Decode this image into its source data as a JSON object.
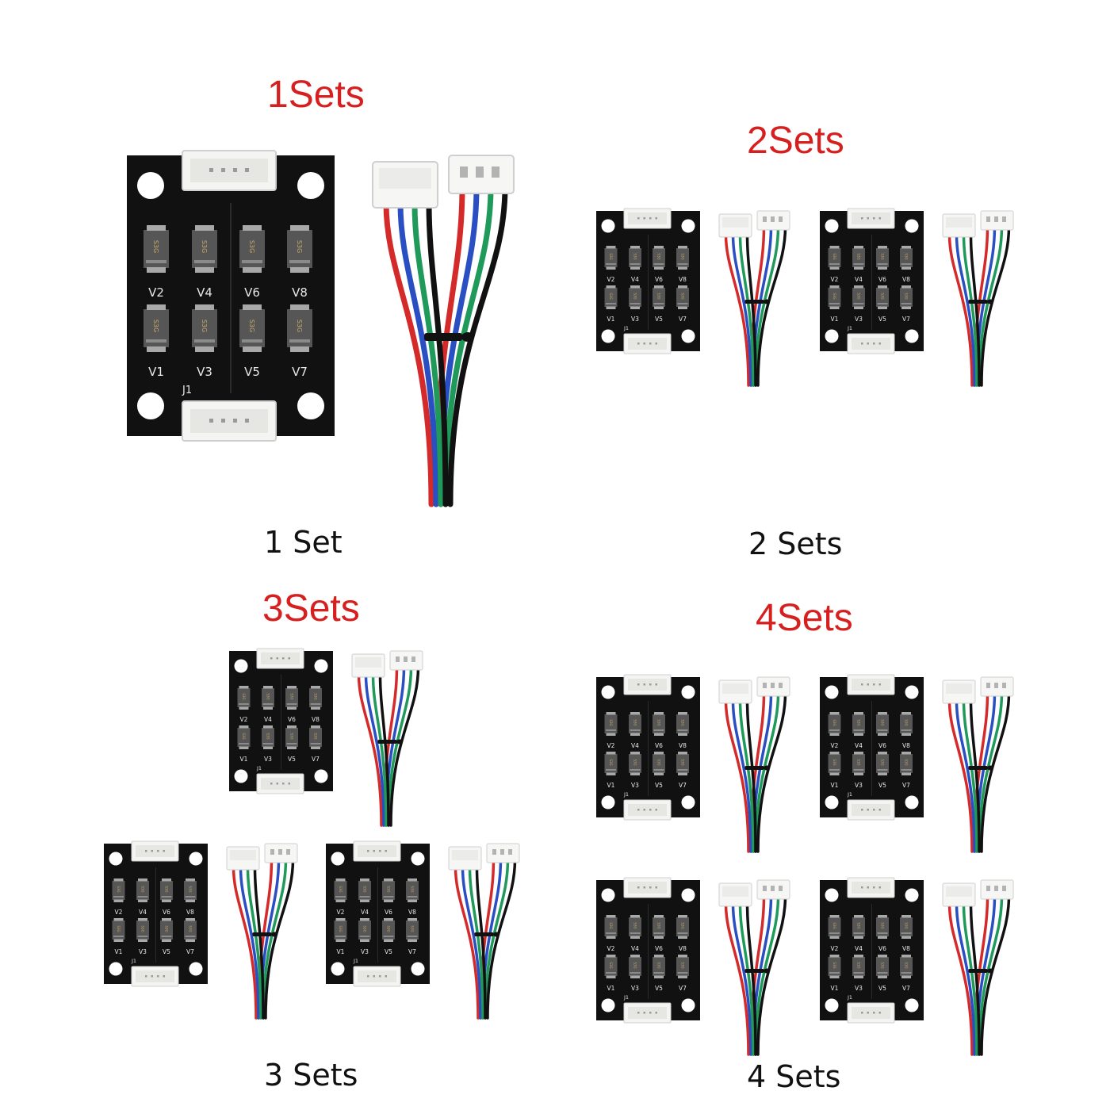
{
  "groups": [
    {
      "title": "1Sets",
      "caption": "1 Set"
    },
    {
      "title": "2Sets",
      "caption": "2 Sets"
    },
    {
      "title": "3Sets",
      "caption": "3 Sets"
    },
    {
      "title": "4Sets",
      "caption": "4 Sets"
    }
  ],
  "board": {
    "top_row": [
      "V2",
      "V4",
      "V6",
      "V8"
    ],
    "bottom_row": [
      "V1",
      "V3",
      "V5",
      "V7"
    ],
    "connector_label": "J1",
    "diode_marking": "S3G"
  },
  "colors": {
    "title": "#d61f1f",
    "board": "#111111",
    "wires": [
      "#d42a2a",
      "#2a4fc2",
      "#1f9a5a",
      "#111111"
    ]
  }
}
